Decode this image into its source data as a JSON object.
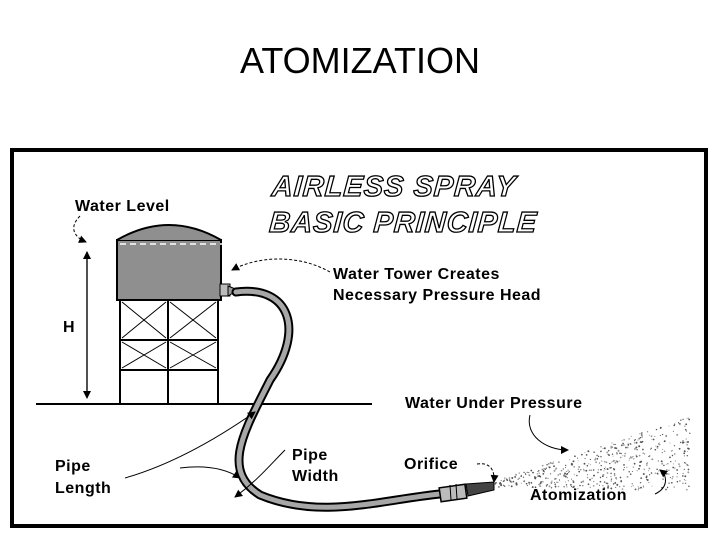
{
  "title": "ATOMIZATION",
  "diagram": {
    "heading_line1": "AIRLESS SPRAY",
    "heading_line2": "BASIC PRINCIPLE",
    "water_level": "Water Level",
    "tower_line1": "Water Tower Creates",
    "tower_line2": "Necessary Pressure Head",
    "h": "H",
    "water_under_pressure": "Water Under Pressure",
    "pipe_length_line1": "Pipe",
    "pipe_length_line2": "Length",
    "pipe_width_line1": "Pipe",
    "pipe_width_line2": "Width",
    "orifice": "Orifice",
    "atomization": "Atomization"
  }
}
